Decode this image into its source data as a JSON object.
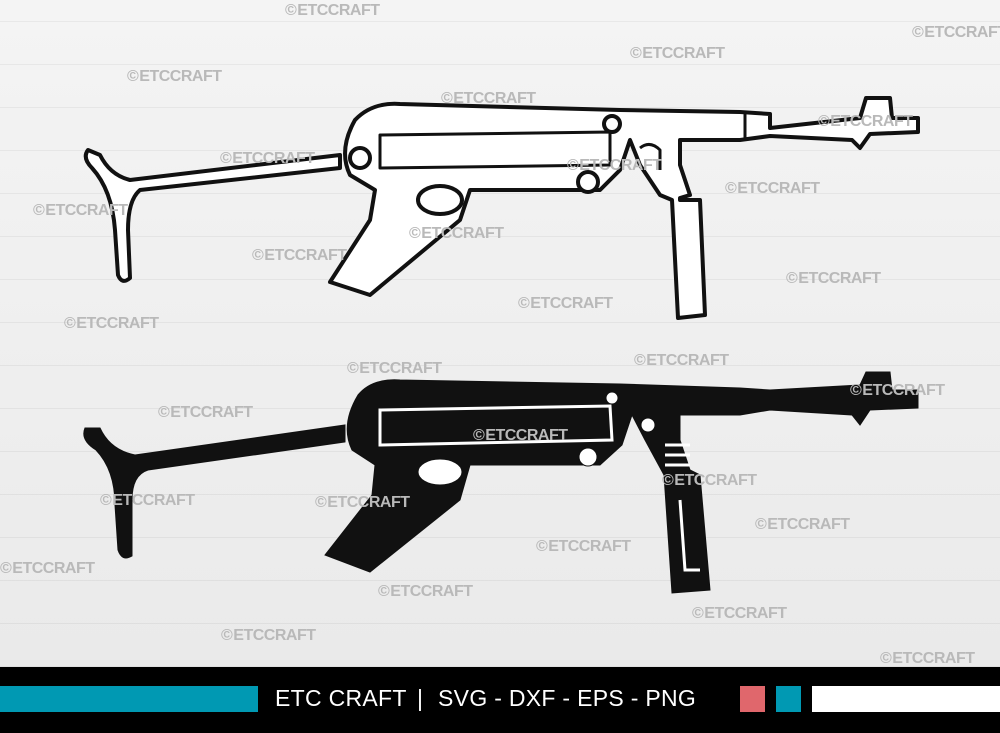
{
  "watermark": "ETCCRAFT",
  "footer": {
    "brand": "ETC CRAFT",
    "separator": "|",
    "formats": "SVG - DXF - EPS - PNG"
  },
  "colors": {
    "teal": "#0099b3",
    "red": "#e0676c",
    "black": "#000000",
    "white": "#ffffff"
  },
  "images": [
    {
      "name": "submachine-gun-outline",
      "style": "outline"
    },
    {
      "name": "submachine-gun-silhouette",
      "style": "silhouette"
    }
  ]
}
